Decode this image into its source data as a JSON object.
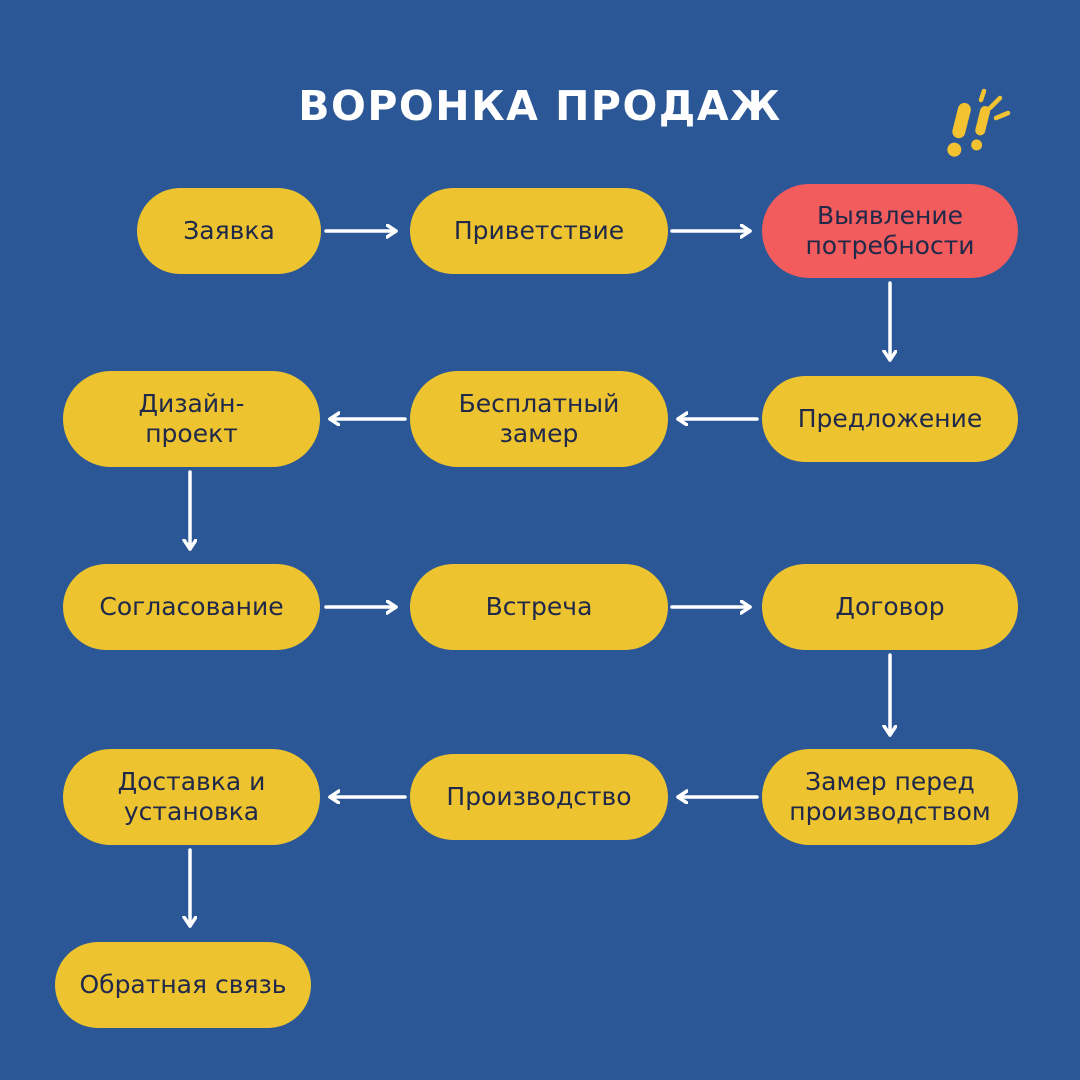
{
  "title": "ВОРОНКА ПРОДАЖ",
  "colors": {
    "bg": "#2B5797",
    "node": "#EDC32F",
    "alert": "#F25C5C",
    "ink": "#20294A",
    "arrow": "#FFFFFF",
    "title": "#FFFFFF"
  },
  "decoration": {
    "icon": "double-exclamation-burst"
  },
  "nodes": [
    {
      "label": "Заявка",
      "variant": "normal"
    },
    {
      "label": "Приветствие",
      "variant": "normal"
    },
    {
      "label": "Выявление\nпотребности",
      "variant": "alert"
    },
    {
      "label": "Предложение",
      "variant": "normal"
    },
    {
      "label": "Бесплатный\nзамер",
      "variant": "normal"
    },
    {
      "label": "Дизайн-\nпроект",
      "variant": "normal"
    },
    {
      "label": "Согласование",
      "variant": "normal"
    },
    {
      "label": "Встреча",
      "variant": "normal"
    },
    {
      "label": "Договор",
      "variant": "normal"
    },
    {
      "label": "Замер перед\nпроизводством",
      "variant": "normal"
    },
    {
      "label": "Производство",
      "variant": "normal"
    },
    {
      "label": "Доставка и\nустановка",
      "variant": "normal"
    },
    {
      "label": "Обратная связь",
      "variant": "normal"
    }
  ]
}
